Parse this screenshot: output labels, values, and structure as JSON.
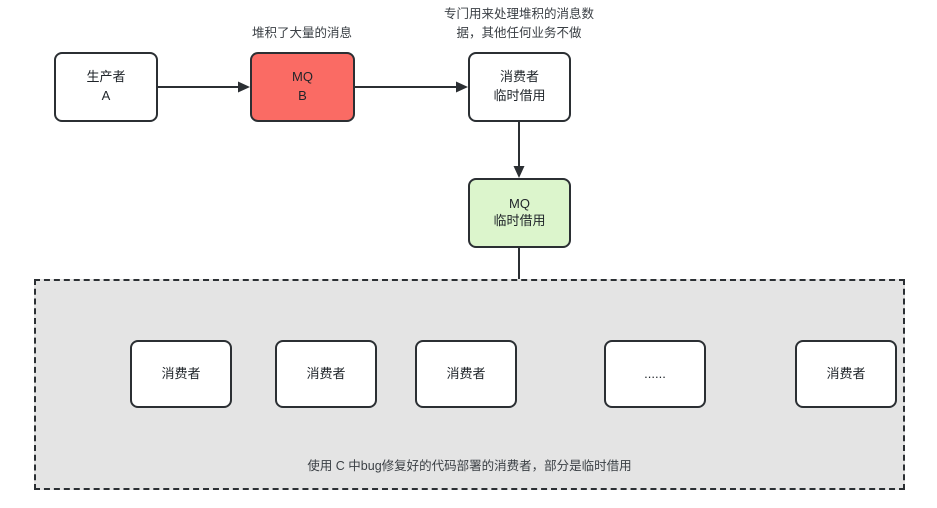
{
  "diagram": {
    "title_visible": false,
    "background": "#ffffff",
    "colors": {
      "stroke": "#2b2f33",
      "mq_b_fill": "#fa6b64",
      "mq_temp_fill": "#dcf5cc",
      "group_fill": "#e4e4e4",
      "node_fill": "#ffffff",
      "text": "#1f2429"
    },
    "annotations": [
      {
        "id": "mq-b-note",
        "text": "堆积了大量的消息"
      },
      {
        "id": "consumer-temp-note",
        "text": "专门用来处理堆积的消息数\n据，其他任何业务不做"
      }
    ],
    "nodes": {
      "producer_a": {
        "line1": "生产者",
        "line2": "A"
      },
      "mq_b": {
        "line1": "MQ",
        "line2": "B"
      },
      "consumer_temp": {
        "line1": "消费者",
        "line2": "临时借用"
      },
      "mq_temp": {
        "line1": "MQ",
        "line2": "临时借用"
      }
    },
    "group": {
      "caption": "使用 C 中bug修复好的代码部署的消费者，部分是临时借用",
      "consumers": [
        {
          "label": "消费者"
        },
        {
          "label": "消费者"
        },
        {
          "label": "消费者"
        },
        {
          "label": "......"
        },
        {
          "label": "消费者"
        }
      ]
    }
  }
}
